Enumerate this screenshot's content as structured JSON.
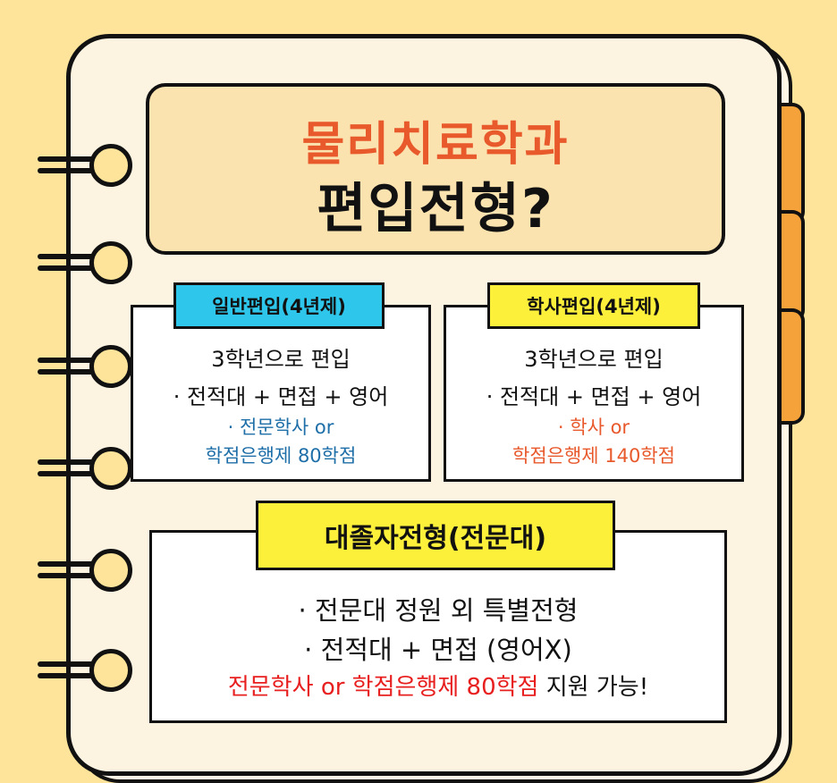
{
  "title": {
    "line1": "물리치료학과",
    "line2": "편입전형?"
  },
  "general": {
    "tag": "일반편입(4년제)",
    "line1": "3학년으로 편입",
    "line2": "· 전적대 + 면접 + 영어",
    "line3": "· 전문학사 or",
    "line4": "학점은행제 80학점"
  },
  "bachelor": {
    "tag": "학사편입(4년제)",
    "line1": "3학년으로 편입",
    "line2": "· 전적대 + 면접 + 영어",
    "line3": "· 학사 or",
    "line4": "학점은행제 140학점"
  },
  "graduate": {
    "tag": "대졸자전형(전문대)",
    "line1": "· 전문대 정원 외 특별전형",
    "line2": "· 전적대 + 면접 (영어X)",
    "line3_highlight": "전문학사 or 학점은행제 80학점",
    "line3_rest": " 지원 가능!"
  },
  "colors": {
    "background": "#fde49a",
    "title_accent": "#e8592c",
    "tab_orange": "#f6a23a",
    "tag_blue": "#2ec6ea",
    "tag_yellow": "#fdf03a",
    "text_blue": "#1e6ea8",
    "text_red": "#e81f1f"
  }
}
